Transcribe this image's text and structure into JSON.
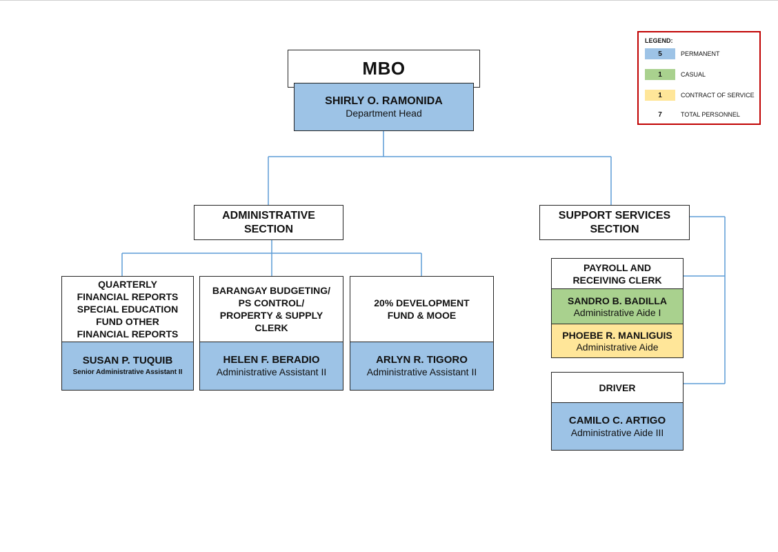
{
  "org": {
    "title": "MBO",
    "head": {
      "name": "SHIRLY O. RAMONIDA",
      "position": "Department Head"
    },
    "admin_section": {
      "label_line1": "ADMINISTRATIVE",
      "label_line2": "SECTION",
      "units": [
        {
          "lines": [
            "QUARTERLY",
            "FINANCIAL REPORTS",
            "SPECIAL EDUCATION",
            "FUND OTHER",
            "FINANCIAL REPORTS"
          ],
          "name": "SUSAN P. TUQUIB",
          "position": "Senior Administrative Assistant II"
        },
        {
          "lines": [
            "BARANGAY BUDGETING/",
            "PS CONTROL/",
            "PROPERTY & SUPPLY",
            "CLERK"
          ],
          "name": "HELEN F. BERADIO",
          "position": "Administrative Assistant II"
        },
        {
          "lines": [
            "20% DEVELOPMENT",
            "FUND & MOOE"
          ],
          "name": "ARLYN R. TIGORO",
          "position": "Administrative Assistant II"
        }
      ]
    },
    "support_section": {
      "label_line1": "SUPPORT SERVICES",
      "label_line2": "SECTION",
      "payroll": {
        "line1": "PAYROLL AND",
        "line2": "RECEIVING CLERK",
        "staff": [
          {
            "name": "SANDRO B. BADILLA",
            "position": "Administrative Aide I"
          },
          {
            "name": "PHOEBE R. MANLIGUIS",
            "position": "Administrative Aide"
          }
        ]
      },
      "driver": {
        "label": "DRIVER",
        "name": "CAMILO C. ARTIGO",
        "position": "Administrative Aide III"
      }
    }
  },
  "legend": {
    "title": "LEGEND:",
    "items": [
      {
        "count": "5",
        "label": "PERMANENT",
        "color": "#9dc3e6"
      },
      {
        "count": "1",
        "label": "CASUAL",
        "color": "#a9d18e"
      },
      {
        "count": "1",
        "label": "CONTRACT OF SERVICE",
        "color": "#ffe699"
      },
      {
        "count": "7",
        "label": "TOTAL PERSONNEL",
        "color": "#ffffff"
      }
    ]
  },
  "colors": {
    "permanent": "#9dc3e6",
    "casual": "#a9d18e",
    "contract": "#ffe699",
    "connector": "#5b9bd5",
    "legend_border": "#c00000"
  }
}
